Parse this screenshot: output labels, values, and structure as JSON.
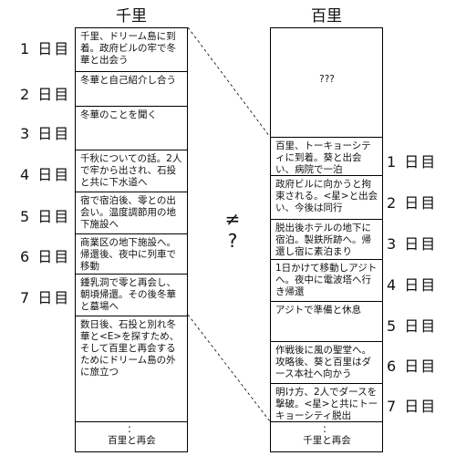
{
  "left_column": {
    "title": "千里",
    "cells": [
      "千里、ドリーム島に到着。政府ビルの牢で冬華と出会う",
      "冬華と自己紹介し合う",
      "冬華のことを聞く",
      "千秋についての話。2人で牢から出され、石投と共に下水道へ",
      "宿で宿泊後、零との出会い。温度調節用の地下施設へ",
      "商業区の地下施設へ。帰還後、夜中に列車で移動",
      "鍾乳洞で零と再会し、朝頃帰還。その後冬華と墓場へ",
      "数日後、石投と別れ冬華と<E>を探すため、そして百里と再会するためにドリーム島の外に旅立つ"
    ],
    "footer": "百里と再会",
    "ellipsis": "："
  },
  "right_column": {
    "title": "百里",
    "cells": [
      "???",
      "百里、トーキョーシティに到着。葵と出会い、病院で一泊",
      "政府ビルに向かうと拘束される。<星>と出会い、今後は同行",
      "脱出後ホテルの地下に宿泊。製鉄所跡へ。帰還し宿に素泊まり",
      "1日かけて移動しアジトへ。夜中に電波塔へ行き帰還",
      "アジトで準備と休息",
      "作戦後に風の聖堂へ。攻略後、葵と百里はダース本社へ向かう",
      "明け方、2人でダースを撃破。<星>と共にトーキョーシティ脱出"
    ],
    "footer": "千里と再会",
    "ellipsis": "："
  },
  "left_days": [
    "1 日目",
    "2 日目",
    "3 日目",
    "4 日目",
    "5 日目",
    "6 日目",
    "7 日目"
  ],
  "right_days": [
    "1 日目",
    "2 日目",
    "3 日目",
    "4 日目",
    "5 日目",
    "6 日目",
    "7 日目"
  ],
  "middle_symbol": {
    "neq": "≠",
    "question": "?"
  }
}
